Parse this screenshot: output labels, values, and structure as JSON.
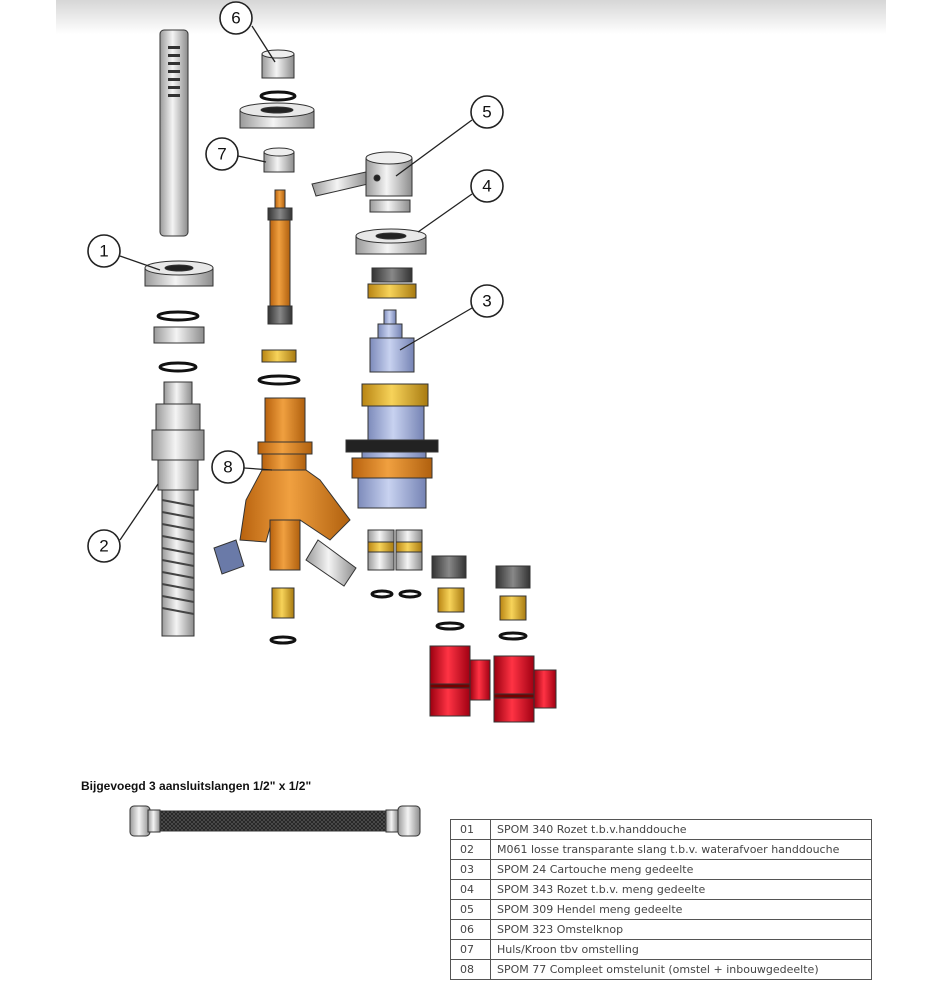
{
  "callouts": [
    "1",
    "2",
    "3",
    "4",
    "5",
    "6",
    "7",
    "8"
  ],
  "caption": "Bijgevoegd 3 aansluitslangen 1/2\" x 1/2\"",
  "parts_table": [
    {
      "num": "01",
      "description": "SPOM 340 Rozet t.b.v.handdouche"
    },
    {
      "num": "02",
      "description": "M061 losse transparante slang t.b.v. waterafvoer handdouche"
    },
    {
      "num": "03",
      "description": "SPOM 24 Cartouche meng gedeelte"
    },
    {
      "num": "04",
      "description": "SPOM 343 Rozet t.b.v. meng gedeelte"
    },
    {
      "num": "05",
      "description": "SPOM 309 Hendel meng gedeelte"
    },
    {
      "num": "06",
      "description": "SPOM 323 Omstelknop"
    },
    {
      "num": "07",
      "description": "Huls/Kroon tbv omstelling"
    },
    {
      "num": "08",
      "description": "SPOM 77 Compleet omstelunit (omstel + inbouwgedeelte)"
    }
  ],
  "colors": {
    "orange": "#e08a1e",
    "brass": "#e6b02a",
    "blue": "#a9b6de",
    "red": "#e0142a",
    "steel": "#dcdcdc"
  }
}
